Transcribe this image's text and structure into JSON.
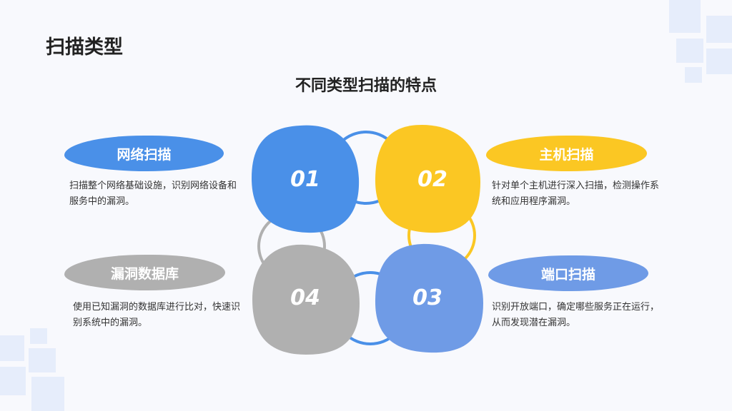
{
  "title": "扫描类型",
  "subtitle": "不同类型扫描的特点",
  "items": [
    {
      "num": "01",
      "label": "网络扫描",
      "desc": "扫描整个网络基础设施，识别网络设备和服务中的漏洞。",
      "color": "#4a90e8"
    },
    {
      "num": "02",
      "label": "主机扫描",
      "desc": "针对单个主机进行深入扫描，检测操作系统和应用程序漏洞。",
      "color": "#fbc723"
    },
    {
      "num": "03",
      "label": "端口扫描",
      "desc": "识别开放端口，确定哪些服务正在运行，从而发现潜在漏洞。",
      "color": "#6f9be6"
    },
    {
      "num": "04",
      "label": "漏洞数据库",
      "desc": "使用已知漏洞的数据库进行比对，快速识别系统中的漏洞。",
      "color": "#b0b0b0"
    }
  ]
}
